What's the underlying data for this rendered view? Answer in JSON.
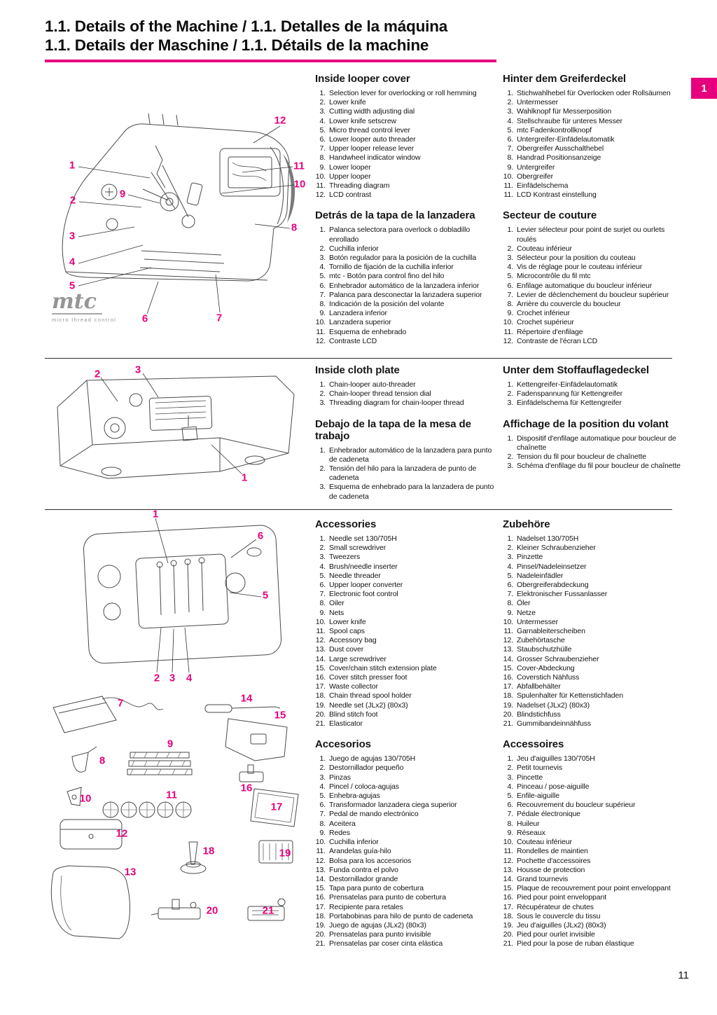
{
  "page": {
    "title_line1": "1.1. Details of the Machine / 1.1. Detalles de la máquina",
    "title_line2": "1.1. Details der Maschine / 1.1. Détails de la machine",
    "side_tab": "1",
    "page_number": "11",
    "accent_color": "#e6007d"
  },
  "s1": {
    "en": {
      "heading": "Inside looper cover",
      "items": [
        {
          "n": "1.",
          "t": "Selection lever for overlocking or roll hemming"
        },
        {
          "n": "2.",
          "t": "Lower knife"
        },
        {
          "n": "3.",
          "t": "Cutting width adjusting dial"
        },
        {
          "n": "4.",
          "t": "Lower knife setscrew"
        },
        {
          "n": "5.",
          "t": "Micro thread control lever"
        },
        {
          "n": "6.",
          "t": "Lower looper auto threader"
        },
        {
          "n": "7.",
          "t": "Upper looper release lever"
        },
        {
          "n": "8.",
          "t": "Handwheel indicator window"
        },
        {
          "n": "9.",
          "t": "Lower looper"
        },
        {
          "n": "10.",
          "t": "Upper looper"
        },
        {
          "n": "11.",
          "t": "Threading diagram"
        },
        {
          "n": "12.",
          "t": "LCD contrast"
        }
      ]
    },
    "de": {
      "heading": "Hinter dem Greiferdeckel",
      "items": [
        {
          "n": "1.",
          "t": "Stichwahlhebel für Overlocken oder Rollsäumen"
        },
        {
          "n": "2.",
          "t": "Untermesser"
        },
        {
          "n": "3.",
          "t": "Wahlknopf für Messerposition"
        },
        {
          "n": "4.",
          "t": "Stellschraube für unteres Messer"
        },
        {
          "n": "5.",
          "t": "mtc Fadenkontrollknopf"
        },
        {
          "n": "6.",
          "t": "Untergreifer-Einfädelautomatik"
        },
        {
          "n": "7.",
          "t": "Obergreifer Ausschalthebel"
        },
        {
          "n": "8.",
          "t": "Handrad Positionsanzeige"
        },
        {
          "n": "9.",
          "t": "Untergreifer"
        },
        {
          "n": "10.",
          "t": "Obergreifer"
        },
        {
          "n": "11.",
          "t": "Einfädelschema"
        },
        {
          "n": "11.",
          "t": "LCD Kontrast einstellung"
        }
      ]
    },
    "es": {
      "heading": "Detrás de la tapa de la lanzadera",
      "items": [
        {
          "n": "1.",
          "t": "Palanca selectora para overlock o dobladillo enrollado"
        },
        {
          "n": "2.",
          "t": "Cuchilla inferior"
        },
        {
          "n": "3.",
          "t": "Botón regulador para la posición de la cuchilla"
        },
        {
          "n": "4.",
          "t": "Tornillo de fijación de la cuchilla inferior"
        },
        {
          "n": "5.",
          "t": "mtc - Botón para control fino del hilo"
        },
        {
          "n": "6.",
          "t": "Enhebrador automático de la lanzadera inferior"
        },
        {
          "n": "7.",
          "t": "Palanca para desconectar la lanzadera superior"
        },
        {
          "n": "8.",
          "t": "Indicación de la posición del volante"
        },
        {
          "n": "9.",
          "t": "Lanzadera inferior"
        },
        {
          "n": "10.",
          "t": "Lanzadera superior"
        },
        {
          "n": "11.",
          "t": "Esquema de enhebrado"
        },
        {
          "n": "12.",
          "t": "Contraste LCD"
        }
      ]
    },
    "fr": {
      "heading": "Secteur de couture",
      "items": [
        {
          "n": "1.",
          "t": "Levier sélecteur pour point de surjet ou ourlets roulés"
        },
        {
          "n": "2.",
          "t": "Couteau inférieur"
        },
        {
          "n": "3.",
          "t": "Sélecteur pour la position du couteau"
        },
        {
          "n": "4.",
          "t": "Vis de réglage pour le couteau inférieur"
        },
        {
          "n": "5.",
          "t": "Microcontrôle du fil mtc"
        },
        {
          "n": "6.",
          "t": "Enfilage automatique du boucleur inférieur"
        },
        {
          "n": "7.",
          "t": "Levier de déclenchement du boucleur supérieur"
        },
        {
          "n": "8.",
          "t": "Arrière du couvercle du boucleur"
        },
        {
          "n": "9.",
          "t": "Crochet inférieur"
        },
        {
          "n": "10.",
          "t": "Crochet supérieur"
        },
        {
          "n": "11.",
          "t": "Répertoire d'enfilage"
        },
        {
          "n": "12.",
          "t": "Contraste de l'écran LCD"
        }
      ]
    }
  },
  "s2": {
    "en": {
      "heading": "Inside cloth plate",
      "items": [
        {
          "n": "1.",
          "t": "Chain-looper auto-threader"
        },
        {
          "n": "2.",
          "t": "Chain-looper thread tension dial"
        },
        {
          "n": "3.",
          "t": "Threading diagram for chain-looper thread"
        }
      ]
    },
    "de": {
      "heading": "Unter dem Stoffauflagedeckel",
      "items": [
        {
          "n": "1.",
          "t": "Kettengreifer-Einfädelautomatik"
        },
        {
          "n": "2.",
          "t": "Fadenspannung für Kettengreifer"
        },
        {
          "n": "3.",
          "t": "Einfädelschema für Kettengreifer"
        }
      ]
    },
    "es": {
      "heading": "Debajo de la tapa de la mesa de trabajo",
      "items": [
        {
          "n": "1.",
          "t": "Enhebrador automático de la lanzadera para punto de cadeneta"
        },
        {
          "n": "2.",
          "t": "Tensión del hilo para la lanzadera de punto de cadeneta"
        },
        {
          "n": "3.",
          "t": "Esquema de enhebrado para la lanzadera de punto de cadeneta"
        }
      ]
    },
    "fr": {
      "heading": "Affichage de la position du volant",
      "items": [
        {
          "n": "1.",
          "t": "Dispositif d'enfilage automatique pour boucleur de chaînette"
        },
        {
          "n": "2.",
          "t": "Tension du fil pour boucleur de chaînette"
        },
        {
          "n": "3.",
          "t": "Schéma d'enfilage du fil pour boucleur de chaînette"
        }
      ]
    }
  },
  "s3": {
    "en": {
      "heading": "Accessories",
      "items": [
        {
          "n": "1.",
          "t": "Needle set 130/705H"
        },
        {
          "n": "2.",
          "t": "Small screwdriver"
        },
        {
          "n": "3.",
          "t": "Tweezers"
        },
        {
          "n": "4.",
          "t": "Brush/needle inserter"
        },
        {
          "n": "5.",
          "t": "Needle threader"
        },
        {
          "n": "6.",
          "t": "Upper looper converter"
        },
        {
          "n": "7.",
          "t": "Electronic foot control"
        },
        {
          "n": "8.",
          "t": "Oiler"
        },
        {
          "n": "9.",
          "t": "Nets"
        },
        {
          "n": "10.",
          "t": "Lower knife"
        },
        {
          "n": "11.",
          "t": "Spool caps"
        },
        {
          "n": "12.",
          "t": "Accessory bag"
        },
        {
          "n": "13.",
          "t": "Dust cover"
        },
        {
          "n": "14.",
          "t": "Large screwdriver"
        },
        {
          "n": "15.",
          "t": "Cover/chain stitch extension plate"
        },
        {
          "n": "16.",
          "t": "Cover stitch presser foot"
        },
        {
          "n": "17.",
          "t": "Waste collector"
        },
        {
          "n": "18.",
          "t": "Chain thread spool holder"
        },
        {
          "n": "19.",
          "t": "Needle set (JLx2) (80x3)"
        },
        {
          "n": "20.",
          "t": "Blind stitch foot"
        },
        {
          "n": "21.",
          "t": "Elasticator"
        }
      ]
    },
    "de": {
      "heading": "Zubehöre",
      "items": [
        {
          "n": "1.",
          "t": "Nadelset 130/705H"
        },
        {
          "n": "2.",
          "t": "Kleiner Schraubenzieher"
        },
        {
          "n": "3.",
          "t": "Pinzette"
        },
        {
          "n": "4.",
          "t": "Pinsel/Nadeleinsetzer"
        },
        {
          "n": "5.",
          "t": "Nadeleinfädler"
        },
        {
          "n": "6.",
          "t": "Obergreiferabdeckung"
        },
        {
          "n": "7.",
          "t": "Elektronischer Fussanlasser"
        },
        {
          "n": "8.",
          "t": "Öler"
        },
        {
          "n": "9.",
          "t": "Netze"
        },
        {
          "n": "10.",
          "t": "Untermesser"
        },
        {
          "n": "11.",
          "t": "Garnableiterscheiben"
        },
        {
          "n": "12.",
          "t": "Zubehörtasche"
        },
        {
          "n": "13.",
          "t": "Staubschutzhülle"
        },
        {
          "n": "14.",
          "t": "Grosser Schraubenzieher"
        },
        {
          "n": "15.",
          "t": "Cover-Abdeckung"
        },
        {
          "n": "16.",
          "t": "Coverstich Nähfuss"
        },
        {
          "n": "17.",
          "t": "Abfallbehälter"
        },
        {
          "n": "18.",
          "t": "Spulenhalter für Kettenstichfaden"
        },
        {
          "n": "19.",
          "t": "Nadelset (JLx2) (80x3)"
        },
        {
          "n": "20.",
          "t": "Blindstichfuss"
        },
        {
          "n": "21.",
          "t": "Gummibandeinnähfuss"
        }
      ]
    },
    "es": {
      "heading": "Accesorios",
      "items": [
        {
          "n": "1.",
          "t": "Juego de agujas 130/705H"
        },
        {
          "n": "2.",
          "t": "Destornillador pequeño"
        },
        {
          "n": "3.",
          "t": "Pinzas"
        },
        {
          "n": "4.",
          "t": "Pincel / coloca-agujas"
        },
        {
          "n": "5.",
          "t": "Enhebra-agujas"
        },
        {
          "n": "6.",
          "t": "Transformador lanzadera ciega superior"
        },
        {
          "n": "7.",
          "t": "Pedal de mando electrónico"
        },
        {
          "n": "8.",
          "t": "Aceitera"
        },
        {
          "n": "9.",
          "t": "Redes"
        },
        {
          "n": "10.",
          "t": "Cuchilla inferior"
        },
        {
          "n": "11.",
          "t": "Arandelas guía-hilo"
        },
        {
          "n": "12.",
          "t": "Bolsa para los accesorios"
        },
        {
          "n": "13.",
          "t": "Funda contra el polvo"
        },
        {
          "n": "14.",
          "t": "Destornillador grande"
        },
        {
          "n": "15.",
          "t": "Tapa para punto de cobertura"
        },
        {
          "n": "16.",
          "t": "Prensatelas para punto de cobertura"
        },
        {
          "n": "17.",
          "t": "Recipiente para retales"
        },
        {
          "n": "18.",
          "t": "Portabobinas para hilo de punto de cadeneta"
        },
        {
          "n": "19.",
          "t": "Juego de agujas (JLx2) (80x3)"
        },
        {
          "n": "20.",
          "t": "Prensatelas para punto invisible"
        },
        {
          "n": "21.",
          "t": "Prensatelas par coser cinta elástica"
        }
      ]
    },
    "fr": {
      "heading": "Accessoires",
      "items": [
        {
          "n": "1.",
          "t": "Jeu d'aiguilles 130/705H"
        },
        {
          "n": "2.",
          "t": "Petit tournevis"
        },
        {
          "n": "3.",
          "t": "Pincette"
        },
        {
          "n": "4.",
          "t": "Pinceau / pose-aiguille"
        },
        {
          "n": "5.",
          "t": "Enfile-aiguille"
        },
        {
          "n": "6.",
          "t": "Recouvrement du boucleur supérieur"
        },
        {
          "n": "7.",
          "t": "Pédale électronique"
        },
        {
          "n": "8.",
          "t": "Huileur"
        },
        {
          "n": "9.",
          "t": "Réseaux"
        },
        {
          "n": "10.",
          "t": "Couteau inférieur"
        },
        {
          "n": "11.",
          "t": "Rondelles de maintien"
        },
        {
          "n": "12.",
          "t": "Pochette d'accessoires"
        },
        {
          "n": "13.",
          "t": "Housse de protection"
        },
        {
          "n": "14.",
          "t": "Grand tournevis"
        },
        {
          "n": "15.",
          "t": "Plaque de recouvrement pour point enveloppant"
        },
        {
          "n": "16.",
          "t": "Pied pour point enveloppant"
        },
        {
          "n": "17.",
          "t": "Récupérateur de chutes"
        },
        {
          "n": "18.",
          "t": "Sous le couvercle du tissu"
        },
        {
          "n": "19.",
          "t": "Jeu d'aiguilles (JLx2) (80x3)"
        },
        {
          "n": "20.",
          "t": "Pied pour ourlet invisible"
        },
        {
          "n": "21.",
          "t": "Pied pour la pose de ruban élastique"
        }
      ]
    }
  },
  "illustrations": {
    "looper": {
      "callouts": [
        "1",
        "2",
        "9",
        "3",
        "4",
        "5",
        "6",
        "7",
        "8",
        "10",
        "11",
        "12"
      ],
      "logo": "mtc",
      "logo_sub": "micro thread control"
    },
    "cloth_plate": {
      "callouts": [
        "2",
        "3",
        "1"
      ]
    },
    "machine_top": {
      "callouts": [
        "1",
        "6",
        "5",
        "2",
        "3",
        "4"
      ]
    },
    "accessories": {
      "callouts": [
        "7",
        "14",
        "8",
        "9",
        "15",
        "16",
        "10",
        "11",
        "17",
        "12",
        "18",
        "19",
        "13",
        "20",
        "21"
      ]
    }
  }
}
